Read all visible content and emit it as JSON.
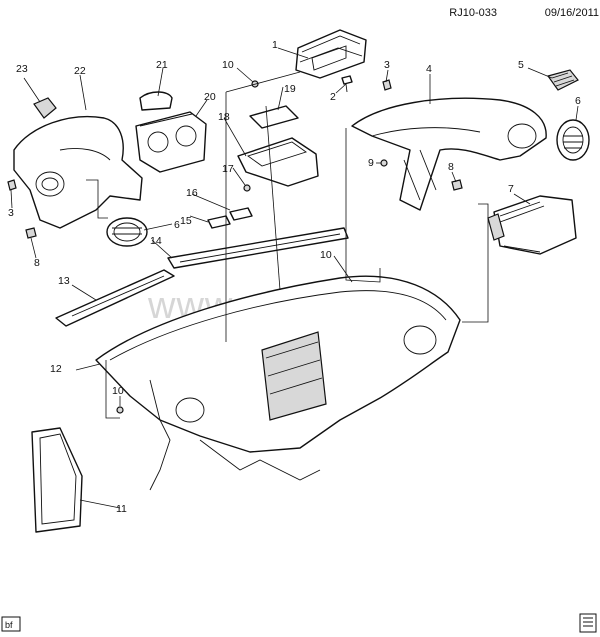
{
  "header": {
    "diagram_id": "RJ10-033",
    "date": "09/16/2011"
  },
  "watermark": {
    "text": "www.elcats.ru"
  },
  "footer": {
    "badge": "bf",
    "book_icon": "parts-catalog-book-icon"
  },
  "callouts": [
    "1",
    "2",
    "3",
    "4",
    "5",
    "6",
    "7",
    "8",
    "9",
    "10",
    "11",
    "12",
    "13",
    "14",
    "15",
    "16",
    "17",
    "18",
    "19",
    "20",
    "21",
    "22",
    "23",
    "3",
    "6",
    "8",
    "10",
    "10",
    "10"
  ]
}
